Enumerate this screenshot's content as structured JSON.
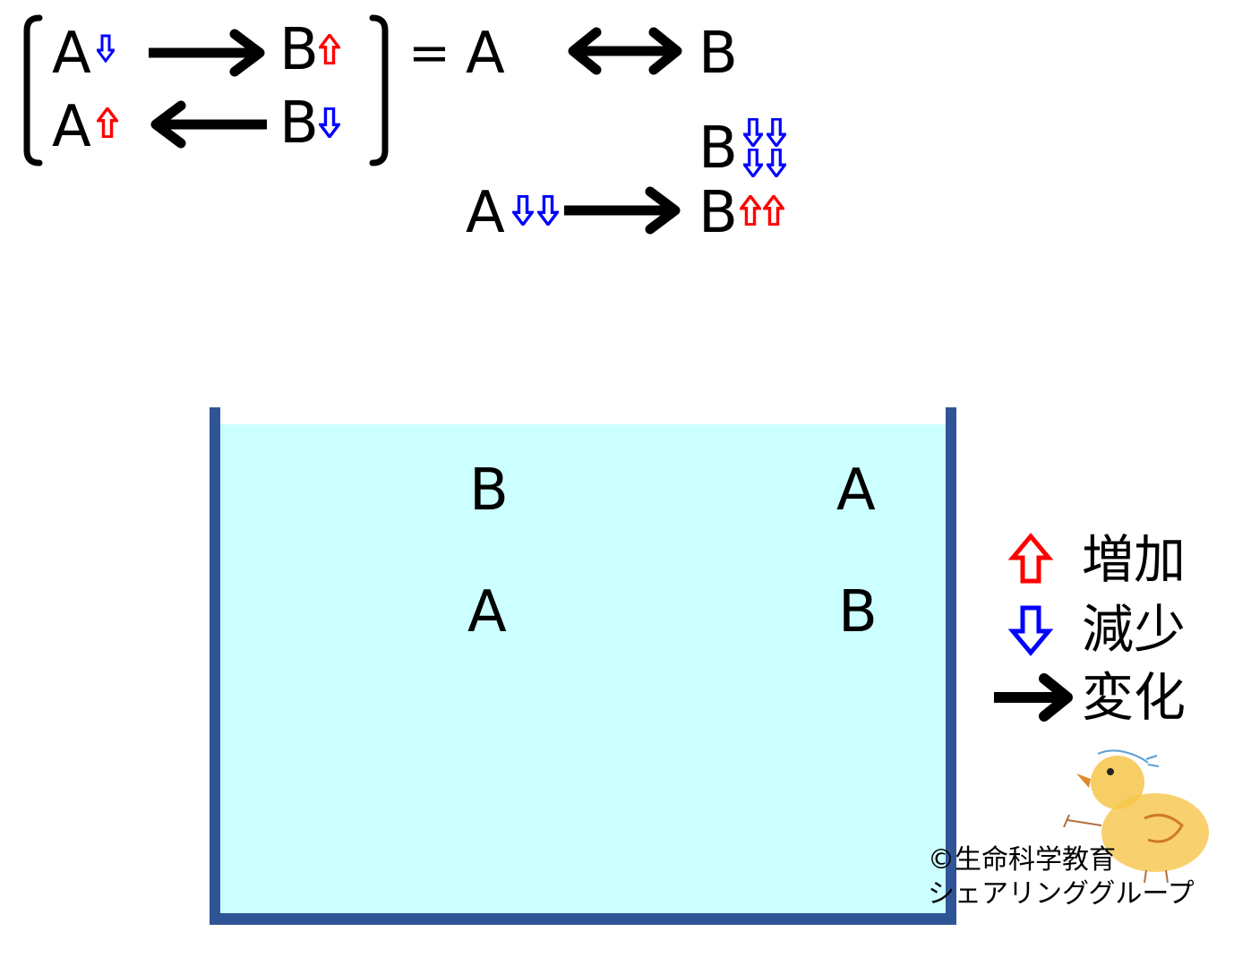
{
  "equation": {
    "row1": {
      "left": "A",
      "right": "B"
    },
    "row2": {
      "left": "A",
      "right": "B"
    },
    "equals": "=",
    "net": {
      "left": "A",
      "right": "B"
    }
  },
  "shift": {
    "b_decrease": "B",
    "left": "A",
    "right": "B"
  },
  "beaker": {
    "left_top": "B",
    "left_bottom": "A",
    "right_top": "A",
    "right_bottom": "B"
  },
  "legend": {
    "increase": "増加",
    "decrease": "減少",
    "change": "変化"
  },
  "credit": {
    "line1": "©生命科学教育",
    "line2": "シェアリンググループ"
  },
  "colors": {
    "increase": "#ff0000",
    "decrease": "#0000ff",
    "water": "#ccffff",
    "wall": "#2f5596"
  },
  "icons": [
    "up-arrow-icon",
    "down-arrow-icon",
    "right-arrow-icon",
    "left-arrow-icon",
    "double-arrow-icon",
    "chick-illustration"
  ]
}
